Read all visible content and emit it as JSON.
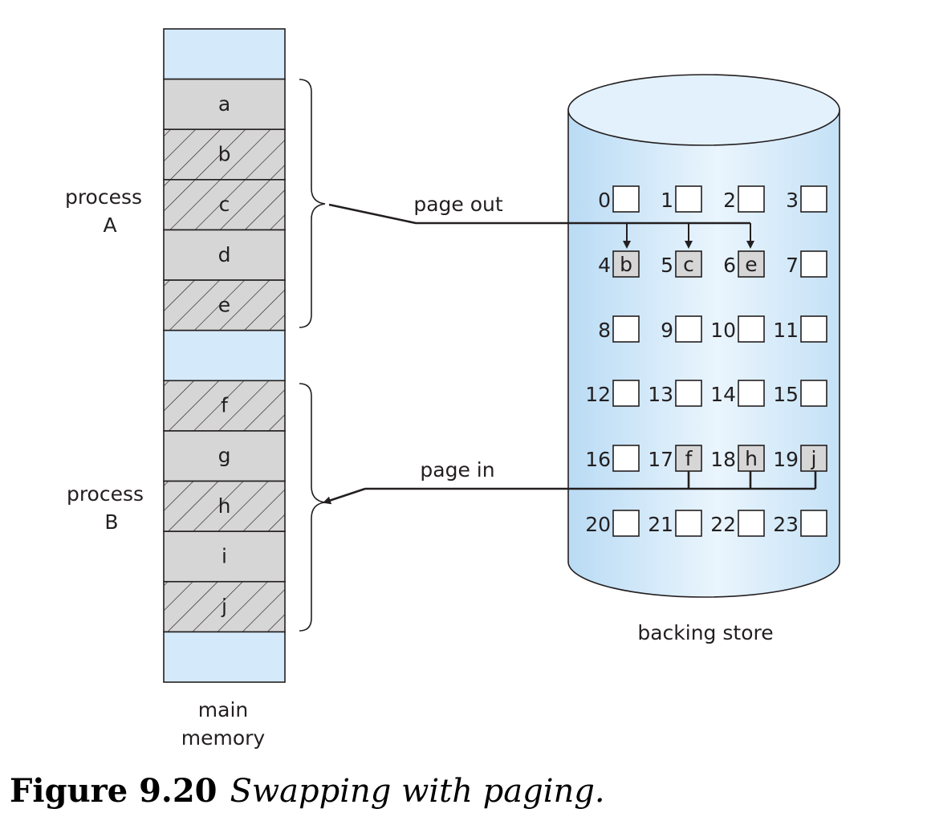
{
  "memory": {
    "frames": [
      {
        "label": "",
        "kind": "free"
      },
      {
        "label": "a",
        "kind": "resident"
      },
      {
        "label": "b",
        "kind": "paged-out"
      },
      {
        "label": "c",
        "kind": "paged-out"
      },
      {
        "label": "d",
        "kind": "resident"
      },
      {
        "label": "e",
        "kind": "paged-out"
      },
      {
        "label": "",
        "kind": "free"
      },
      {
        "label": "f",
        "kind": "paged-in"
      },
      {
        "label": "g",
        "kind": "resident"
      },
      {
        "label": "h",
        "kind": "paged-in"
      },
      {
        "label": "i",
        "kind": "resident"
      },
      {
        "label": "j",
        "kind": "paged-in"
      },
      {
        "label": "",
        "kind": "free"
      }
    ],
    "label_line1": "main",
    "label_line2": "memory"
  },
  "processes": {
    "a_line1": "process",
    "a_line2": "A",
    "b_line1": "process",
    "b_line2": "B"
  },
  "arrows": {
    "page_out": "page out",
    "page_in": "page in"
  },
  "backing_store": {
    "label": "backing store",
    "slots": [
      {
        "n": "0",
        "c": ""
      },
      {
        "n": "1",
        "c": ""
      },
      {
        "n": "2",
        "c": ""
      },
      {
        "n": "3",
        "c": ""
      },
      {
        "n": "4",
        "c": "b"
      },
      {
        "n": "5",
        "c": "c"
      },
      {
        "n": "6",
        "c": "e"
      },
      {
        "n": "7",
        "c": ""
      },
      {
        "n": "8",
        "c": ""
      },
      {
        "n": "9",
        "c": ""
      },
      {
        "n": "10",
        "c": ""
      },
      {
        "n": "11",
        "c": ""
      },
      {
        "n": "12",
        "c": ""
      },
      {
        "n": "13",
        "c": ""
      },
      {
        "n": "14",
        "c": ""
      },
      {
        "n": "15",
        "c": ""
      },
      {
        "n": "16",
        "c": ""
      },
      {
        "n": "17",
        "c": "f"
      },
      {
        "n": "18",
        "c": "h"
      },
      {
        "n": "19",
        "c": "j"
      },
      {
        "n": "20",
        "c": ""
      },
      {
        "n": "21",
        "c": ""
      },
      {
        "n": "22",
        "c": ""
      },
      {
        "n": "23",
        "c": ""
      }
    ]
  },
  "caption": {
    "number": "Figure 9.20",
    "title": "Swapping with paging."
  },
  "colors": {
    "free": "#d4e9f9",
    "resident": "#d6d6d6",
    "stroke": "#231f20",
    "cylinder_edge": "#bcdcf4",
    "cylinder_mid": "#e8f4fd"
  }
}
